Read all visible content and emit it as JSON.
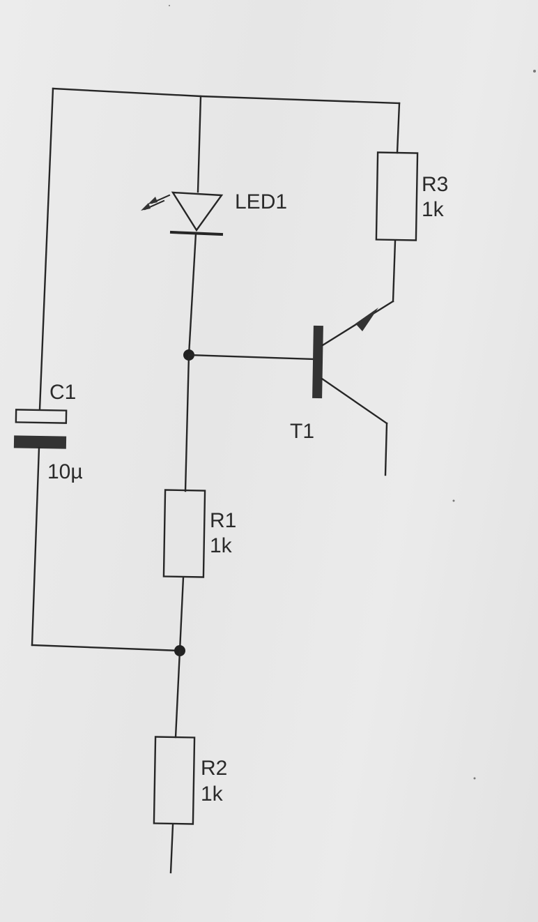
{
  "components": {
    "c1": {
      "name": "C1",
      "value": "10µ"
    },
    "led1": {
      "name": "LED1"
    },
    "t1": {
      "name": "T1"
    },
    "r1": {
      "name": "R1",
      "value": "1k"
    },
    "r2": {
      "name": "R2",
      "value": "1k"
    },
    "r3": {
      "name": "R3",
      "value": "1k"
    }
  },
  "colors": {
    "ink": "#262626",
    "paper": "#e9e9e9"
  }
}
